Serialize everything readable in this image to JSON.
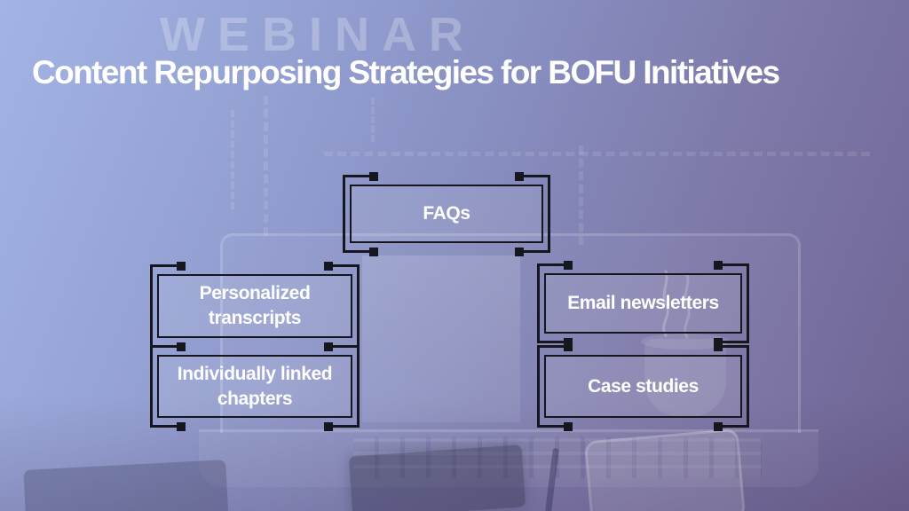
{
  "slide": {
    "title": "Content Repurposing Strategies for BOFU Initiatives",
    "watermark": "WEBINAR"
  },
  "colors": {
    "background_top_left": "#a2b4e4",
    "background_bottom_left": "#8b90c1",
    "background_right": "#6f6494",
    "box_border": "#16161f",
    "box_fill": "rgba(255,255,255,0.10)",
    "text": "#ffffff"
  },
  "diagram": {
    "type": "grouped-boxes",
    "nodes": [
      {
        "id": "faqs",
        "label": "FAQs"
      },
      {
        "id": "personalized-transcripts",
        "label": "Personalized transcripts"
      },
      {
        "id": "individually-linked-chapters",
        "label": "Individually linked chapters"
      },
      {
        "id": "email-newsletters",
        "label": "Email newsletters"
      },
      {
        "id": "case-studies",
        "label": "Case studies"
      }
    ]
  }
}
